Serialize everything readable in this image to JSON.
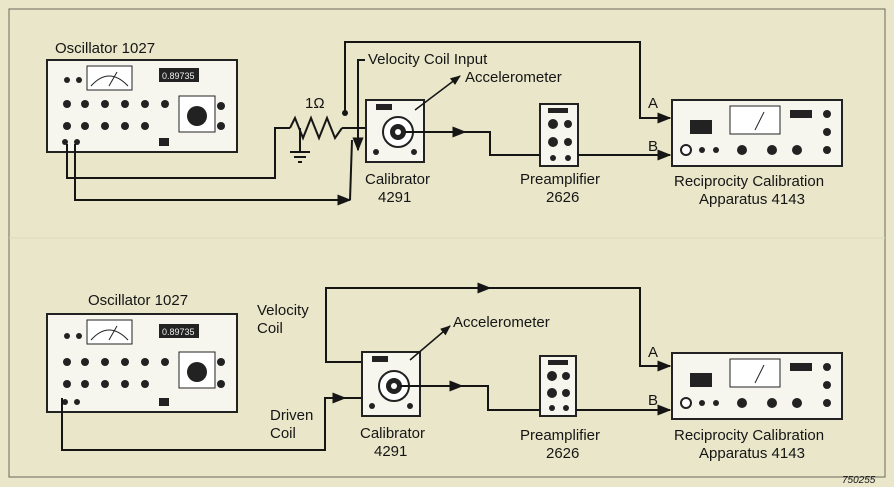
{
  "colors": {
    "background": "#e9e6c9",
    "panel": "#f7f6ee",
    "ink": "#151515",
    "frame": "#4a4a4a"
  },
  "top": {
    "oscillator": "Oscillator 1027",
    "velocity_coil_input": "Velocity Coil Input",
    "resistor": "1Ω",
    "accelerometer": "Accelerometer",
    "calibrator": [
      "Calibrator",
      "4291"
    ],
    "preamplifier": [
      "Preamplifier",
      "2626"
    ],
    "reciprocity": [
      "Reciprocity Calibration",
      "Apparatus 4143"
    ],
    "input_a": "A",
    "input_b": "B"
  },
  "bottom": {
    "oscillator": "Oscillator 1027",
    "velocity_coil": [
      "Velocity",
      "Coil"
    ],
    "driven_coil": [
      "Driven",
      "Coil"
    ],
    "accelerometer": "Accelerometer",
    "calibrator": [
      "Calibrator",
      "4291"
    ],
    "preamplifier": [
      "Preamplifier",
      "2626"
    ],
    "reciprocity": [
      "Reciprocity Calibration",
      "Apparatus 4143"
    ],
    "input_a": "A",
    "input_b": "B"
  },
  "figure_number": "750255",
  "icons": [
    "oscillator-device-icon",
    "calibrator-device-icon",
    "preamplifier-device-icon",
    "reciprocity-apparatus-icon",
    "resistor-icon",
    "ground-icon",
    "arrow-icon"
  ]
}
